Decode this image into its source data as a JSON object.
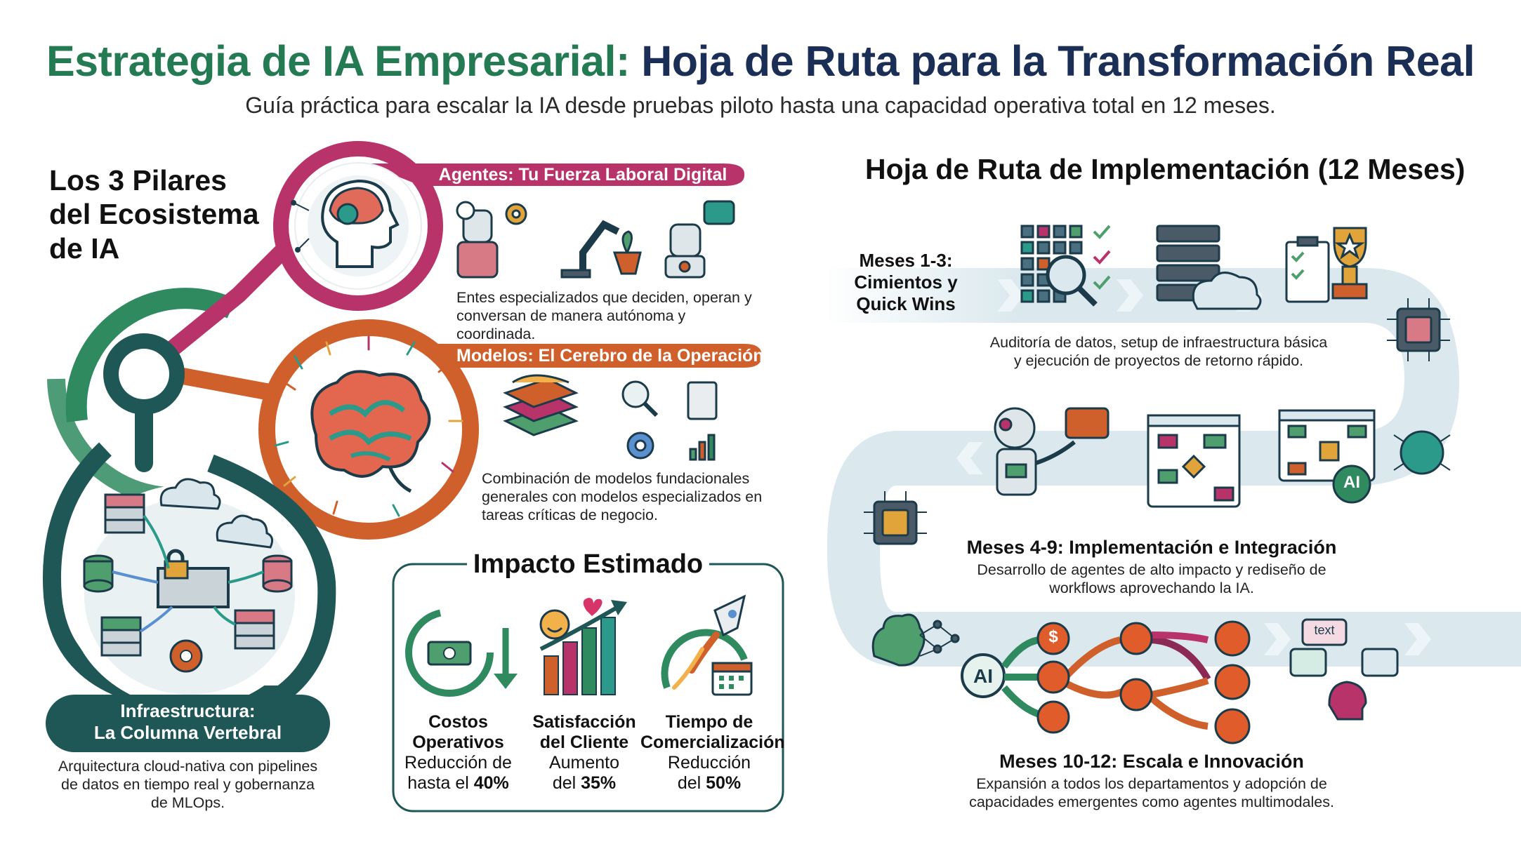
{
  "title": {
    "part1": "Estrategia de IA Empresarial:",
    "part2": "Hoja de Ruta para la Transformación Real"
  },
  "subtitle": "Guía práctica para escalar la IA desde pruebas piloto hasta una capacidad operativa total en 12 meses.",
  "pillars": {
    "heading_lines": [
      "Los 3 Pilares",
      "del Ecosistema",
      "de IA"
    ],
    "agents": {
      "label": "Agentes: Tu Fuerza Laboral Digital",
      "desc_lines": [
        "Entes especializados que deciden, operan y",
        "conversan de manera autónoma y coordinada."
      ]
    },
    "models": {
      "label": "Modelos: El Cerebro de la Operación",
      "desc_lines": [
        "Combinación de modelos fundacionales",
        "generales con modelos especializados en",
        "tareas críticas de negocio."
      ]
    },
    "infra": {
      "label_lines": [
        "Infraestructura:",
        "La Columna Vertebral"
      ],
      "desc_lines": [
        "Arquitectura cloud-nativa con pipelines",
        "de datos en tiempo real y gobernanza",
        "de MLOps."
      ]
    }
  },
  "impact": {
    "heading": "Impacto Estimado",
    "items": [
      {
        "title_lines": [
          "Costos",
          "Operativos"
        ],
        "value_pre": "Reducción de",
        "value_mid": "hasta el ",
        "value_bold": "40%"
      },
      {
        "title_lines": [
          "Satisfacción",
          "del Cliente"
        ],
        "value_pre": "Aumento",
        "value_mid": "del ",
        "value_bold": "35%"
      },
      {
        "title_lines": [
          "Tiempo de",
          "Comercialización"
        ],
        "value_pre": "Reducción",
        "value_mid": "del ",
        "value_bold": "50%"
      }
    ]
  },
  "roadmap": {
    "heading": "Hoja de Ruta de Implementación (12 Meses)",
    "phase1": {
      "title_lines": [
        "Meses 1-3:",
        "Cimientos y",
        "Quick Wins"
      ],
      "desc_lines": [
        "Auditoría de datos, setup de infraestructura básica",
        "y ejecución de proyectos de retorno rápido."
      ]
    },
    "phase2": {
      "title": "Meses 4-9: Implementación e Integración",
      "desc_lines": [
        "Desarrollo de agentes de alto impacto y rediseño de",
        "workflows aprovechando la IA."
      ]
    },
    "phase3": {
      "title": "Meses 10-12: Escala e Innovación",
      "desc_lines": [
        "Expansión a todos los departamentos y adopción de",
        "capacidades emergentes como agentes multimodales."
      ]
    },
    "icon_labels": {
      "ai_badge": "AI",
      "ai_hub": "AI",
      "currency": "$",
      "text_bubble": "text"
    }
  },
  "colors": {
    "green_title": "#247a52",
    "navy_title": "#1b2e55",
    "agents_magenta": "#b8336a",
    "models_orange": "#d0602b",
    "infra_teal": "#1f5656",
    "outer_green": "#2f8a5f",
    "road": "#dbe9ee",
    "road_chevron": "#eef5f8"
  }
}
